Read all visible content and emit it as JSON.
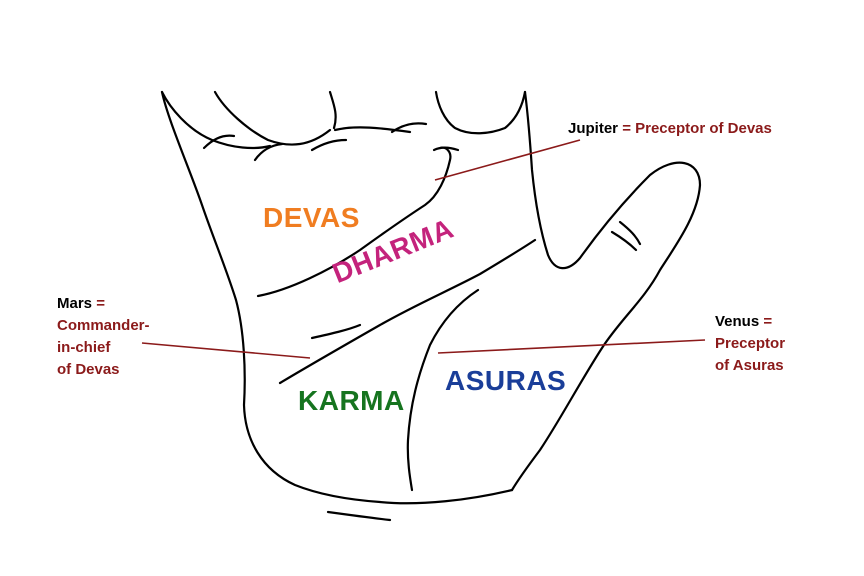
{
  "colors": {
    "devas": "#f07d21",
    "dharma": "#c4237c",
    "karma": "#16741f",
    "asuras": "#1a3e99",
    "annotation_dark_red": "#8b1a1a",
    "outline": "#000000"
  },
  "regions": {
    "devas": "DEVAS",
    "dharma": "DHARMA",
    "karma": "KARMA",
    "asuras": "ASURAS"
  },
  "annotations": {
    "jupiter": {
      "planet": "Jupiter",
      "eq": "=",
      "desc": "Preceptor of Devas"
    },
    "mars": {
      "planet": "Mars",
      "eq": "=",
      "desc_line1": "Commander-",
      "desc_line2": "in-chief",
      "desc_line3": "of Devas"
    },
    "venus": {
      "planet": "Venus",
      "eq": "=",
      "desc_line1": "Preceptor",
      "desc_line2": "of Asuras"
    }
  }
}
